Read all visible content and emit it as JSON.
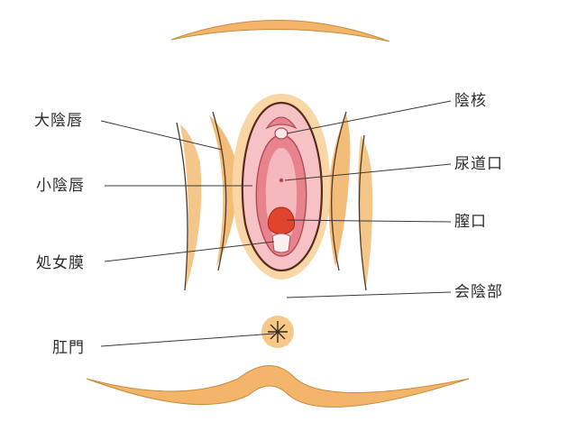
{
  "labels": {
    "outer_labia": "大陰唇",
    "inner_labia": "小陰唇",
    "hymen": "処女膜",
    "anus": "肛門",
    "clitoris": "陰核",
    "urethral_opening": "尿道口",
    "vaginal_opening": "膣口",
    "perineum": "会陰部"
  },
  "colors": {
    "skin_shade": "#f2b56a",
    "skin_light": "#f8d6a6",
    "outline": "#5a2a1a",
    "inner_pink": "#e8828c",
    "inner_light": "#f6c2c6",
    "opening_red": "#e0442c",
    "leader": "#3a3a3a"
  }
}
